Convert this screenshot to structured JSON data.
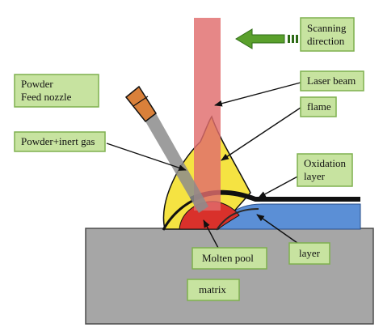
{
  "labels": {
    "scanning_line1": "Scanning",
    "scanning_line2": "direction",
    "laser_beam": "Laser beam",
    "flame": "flame",
    "powder_nozzle_line1": "Powder",
    "powder_nozzle_line2": "Feed nozzle",
    "powder_gas": "Powder+inert gas",
    "oxidation_line1": "Oxidation",
    "oxidation_line2": "layer",
    "molten_pool": "Molten pool",
    "layer": "layer",
    "matrix": "matrix"
  },
  "colors": {
    "label_fill": "#c7e3a0",
    "label_border": "#7fb04f",
    "matrix": "#a6a6a6",
    "laser": "#e06d6d",
    "flame": "#f5e342",
    "molten_pool": "#d9312b",
    "deposit_layer": "#5b8fd6",
    "oxidation_layer": "#111111",
    "nozzle_tip": "#d9803a",
    "nozzle_tube": "#8c8c8c",
    "arrow": "#5aa02c"
  }
}
